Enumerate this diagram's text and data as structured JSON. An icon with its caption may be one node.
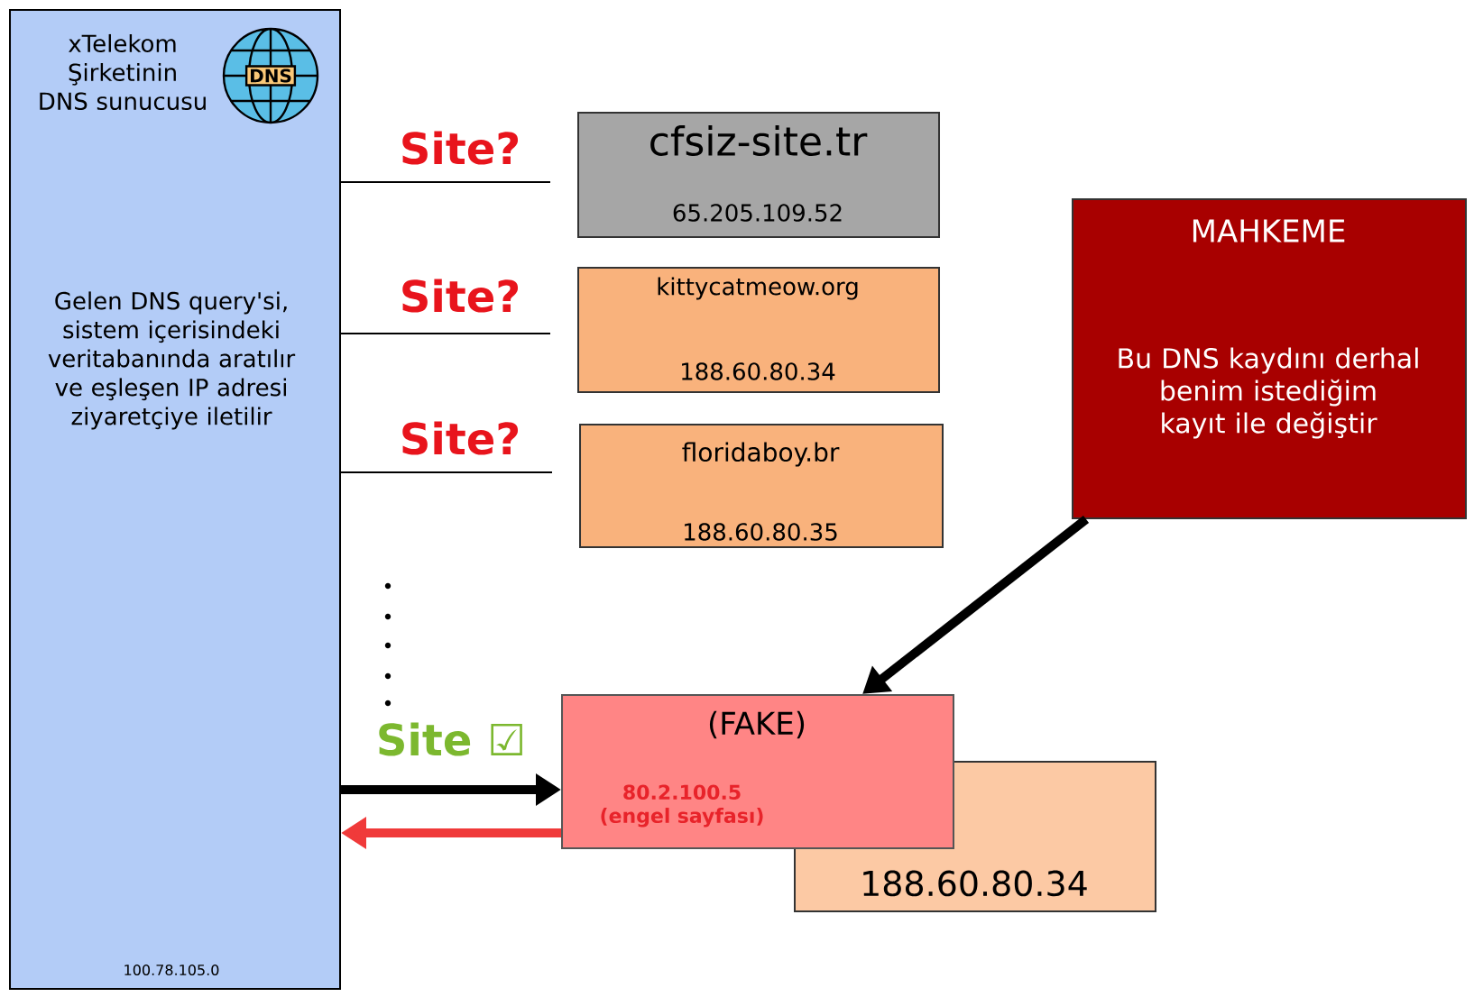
{
  "diagram": {
    "nodes": [
      {
        "text": [
          "xTelekom Şirketinin DNS sunucusu",
          "Gelen DNS query'si, sistem içerisindeki veritabanında aratılır ve eşleşen IP adresi ziyaretçiye iletilir",
          "100.78.105.0"
        ]
      },
      {
        "text": [
          "cfsiz-site.tr",
          "65.205.109.52"
        ]
      },
      {
        "text": [
          "kittycatmeow.org",
          "188.60.80.34"
        ]
      },
      {
        "text": [
          "floridaboy.br",
          "188.60.80.35"
        ]
      },
      {
        "text": [
          "MAHKEME",
          "Bu DNS kaydını derhal benim istediğim kayıt ile değiştir"
        ]
      },
      {
        "text": [
          "188.60.80.34"
        ]
      },
      {
        "text": [
          "(FAKE)",
          "80.2.100.5 (engel sayfası)"
        ]
      }
    ],
    "edges": [
      {
        "from": 0,
        "to": 1,
        "arrow": "none",
        "label": "Site?"
      },
      {
        "from": 0,
        "to": 2,
        "arrow": "none",
        "label": "Site?"
      },
      {
        "from": 0,
        "to": 3,
        "arrow": "none",
        "label": "Site?"
      },
      {
        "from": 0,
        "to": 6,
        "arrow": "to",
        "label": "Site ☑",
        "style": "thick"
      },
      {
        "from": 6,
        "to": 0,
        "arrow": "to",
        "style": "thick",
        "color": "#f03a3a"
      },
      {
        "from": 4,
        "to": 6,
        "arrow": "to",
        "style": "thick"
      }
    ],
    "labels": [
      "DNS"
    ]
  }
}
